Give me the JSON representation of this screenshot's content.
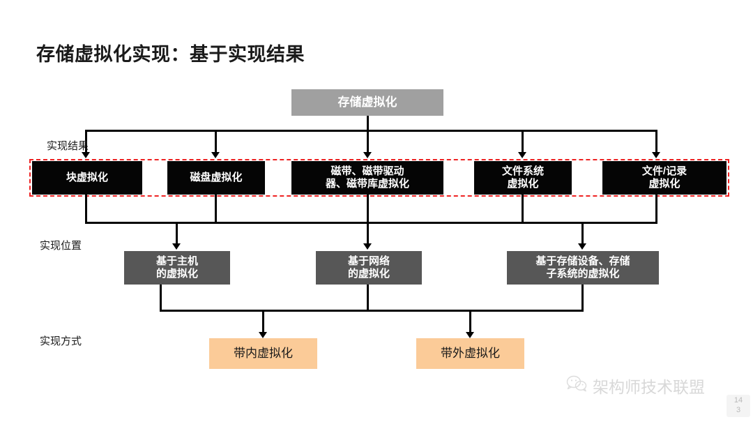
{
  "slide": {
    "title": "存储虚拟化实现：基于实现结果",
    "background": "#ffffff"
  },
  "colors": {
    "root_box": "#a0a0a0",
    "result_box": "#050505",
    "location_box": "#575757",
    "method_box": "#fbcb98",
    "connector": "#000000",
    "highlight_dashed": "#ee2222",
    "watermark": "#d8d8d8"
  },
  "root": {
    "label": "存储虚拟化"
  },
  "rows": {
    "result": {
      "label": "实现结果"
    },
    "location": {
      "label": "实现位置"
    },
    "method": {
      "label": "实现方式"
    }
  },
  "result_nodes": [
    {
      "label": "块虚拟化"
    },
    {
      "label": "磁盘虚拟化"
    },
    {
      "label": "磁带、磁带驱动\n器、磁带库虚拟化"
    },
    {
      "label": "文件系统\n虚拟化"
    },
    {
      "label": "文件/记录\n虚拟化"
    }
  ],
  "location_nodes": [
    {
      "label": "基于主机\n的虚拟化"
    },
    {
      "label": "基于网络\n的虚拟化"
    },
    {
      "label": "基于存储设备、存储\n子系统的虚拟化"
    }
  ],
  "method_nodes": [
    {
      "label": "带内虚拟化"
    },
    {
      "label": "带外虚拟化"
    }
  ],
  "watermark": {
    "text": "架构师技术联盟",
    "icon": "wechat-icon"
  },
  "page_number": {
    "line1": "14",
    "line2": "3"
  }
}
